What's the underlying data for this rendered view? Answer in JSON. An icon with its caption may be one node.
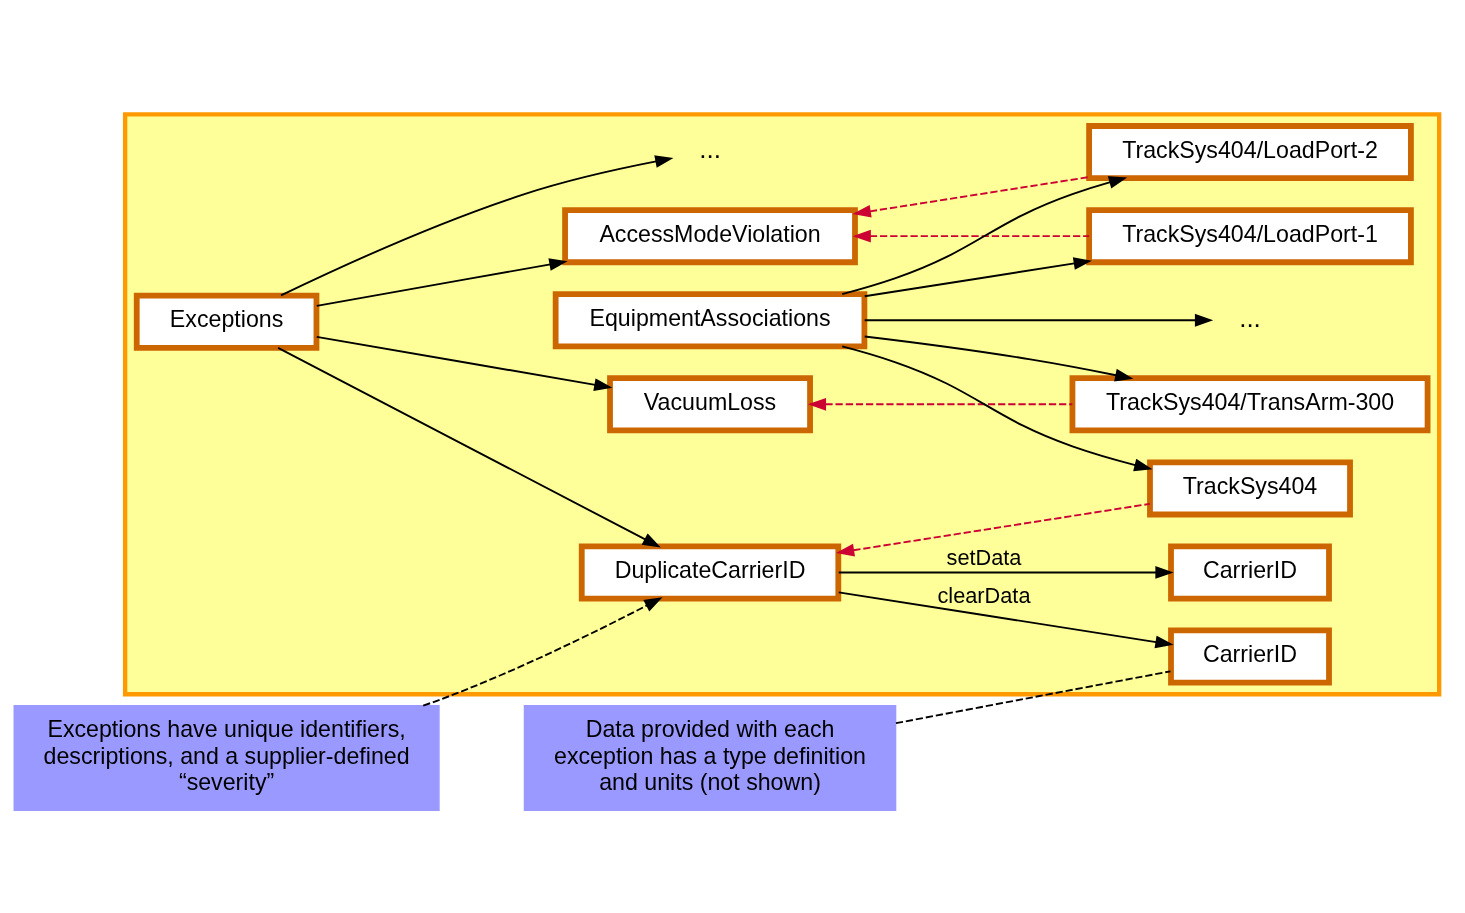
{
  "diagram": {
    "nodes": [
      {
        "text": [],
        "shape": "box"
      },
      {
        "text": [
          "Exceptions"
        ],
        "in": 0
      },
      {
        "text": [
          "DuplicateCarrierID"
        ],
        "in": 0
      },
      {
        "text": [
          "CarrierID"
        ],
        "in": 0
      },
      {
        "text": [
          "CarrierID"
        ],
        "in": 0
      },
      {
        "text": [
          "AccessModeViolation"
        ],
        "in": 0
      },
      {
        "text": [
          "VacuumLoss"
        ],
        "in": 0
      },
      {
        "text": [
          "..."
        ],
        "in": 0
      },
      {
        "text": [
          "EquipmentAssociations"
        ],
        "in": 0
      },
      {
        "text": [
          "TrackSys404"
        ],
        "in": 0
      },
      {
        "text": [
          "TrackSys404/LoadPort-1"
        ],
        "in": 0
      },
      {
        "text": [
          "TrackSys404/LoadPort-2"
        ],
        "in": 0
      },
      {
        "text": [
          "TrackSys404/TransArm-300"
        ],
        "in": 0
      },
      {
        "text": [
          "..."
        ],
        "in": 0
      },
      {
        "text": [
          "Exceptions have unique identifiers, descriptions, and a supplier-defined “severity”"
        ]
      },
      {
        "text": [
          "Data provided with each exception has a type definition and units (not shown)"
        ]
      }
    ],
    "edges": [
      {
        "from": 1,
        "to": 2,
        "arrow": "to"
      },
      {
        "from": 1,
        "to": 5,
        "arrow": "to"
      },
      {
        "from": 1,
        "to": 6,
        "arrow": "to"
      },
      {
        "from": 1,
        "to": 7,
        "arrow": "to"
      },
      {
        "from": 2,
        "to": 3,
        "arrow": "to",
        "label": "setData"
      },
      {
        "from": 2,
        "to": 4,
        "arrow": "to",
        "label": "clearData"
      },
      {
        "from": 8,
        "to": 9,
        "arrow": "to"
      },
      {
        "from": 8,
        "to": 10,
        "arrow": "to"
      },
      {
        "from": 8,
        "to": 11,
        "arrow": "to"
      },
      {
        "from": 8,
        "to": 12,
        "arrow": "to"
      },
      {
        "from": 8,
        "to": 13,
        "arrow": "to"
      },
      {
        "from": 9,
        "to": 2,
        "arrow": "to",
        "style": "dashed",
        "color": "#cc0033"
      },
      {
        "from": 10,
        "to": 5,
        "arrow": "to",
        "style": "dashed",
        "color": "#cc0033"
      },
      {
        "from": 11,
        "to": 5,
        "arrow": "to",
        "style": "dashed",
        "color": "#cc0033"
      },
      {
        "from": 12,
        "to": 6,
        "arrow": "to",
        "style": "dashed",
        "color": "#cc0033"
      },
      {
        "from": 14,
        "to": 2,
        "arrow": "to",
        "style": "dashed"
      },
      {
        "from": 15,
        "to": 4,
        "arrow": "none",
        "style": "dashed"
      }
    ]
  }
}
